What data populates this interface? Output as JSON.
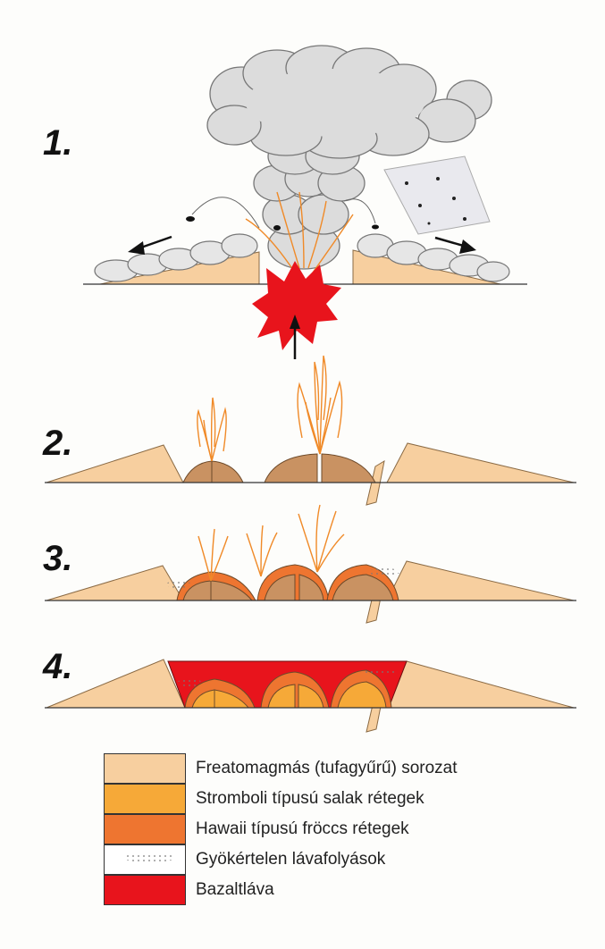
{
  "stages": [
    {
      "label": "1."
    },
    {
      "label": "2."
    },
    {
      "label": "3."
    },
    {
      "label": "4."
    }
  ],
  "legend": [
    {
      "label": "Freatomagmás (tufagyűrű) sorozat",
      "color": "#f7cf9f",
      "pattern": "solid"
    },
    {
      "label": "Stromboli típusú salak rétegek",
      "color": "#f6a938",
      "pattern": "solid"
    },
    {
      "label": "Hawaii típusú fröccs rétegek",
      "color": "#ee7530",
      "pattern": "solid"
    },
    {
      "label": "Gyökértelen lávafolyások",
      "color": "#ffffff",
      "pattern": "dots"
    },
    {
      "label": "Bazaltláva",
      "color": "#e8141c",
      "pattern": "solid"
    }
  ],
  "colors": {
    "tuff": "#f7cf9f",
    "scoria": "#f6a938",
    "spatter": "#ee7530",
    "basalt": "#e8141c",
    "cone_brown": "#c99262",
    "cloud": "#dcdcdc",
    "fountain": "#f08a28"
  }
}
